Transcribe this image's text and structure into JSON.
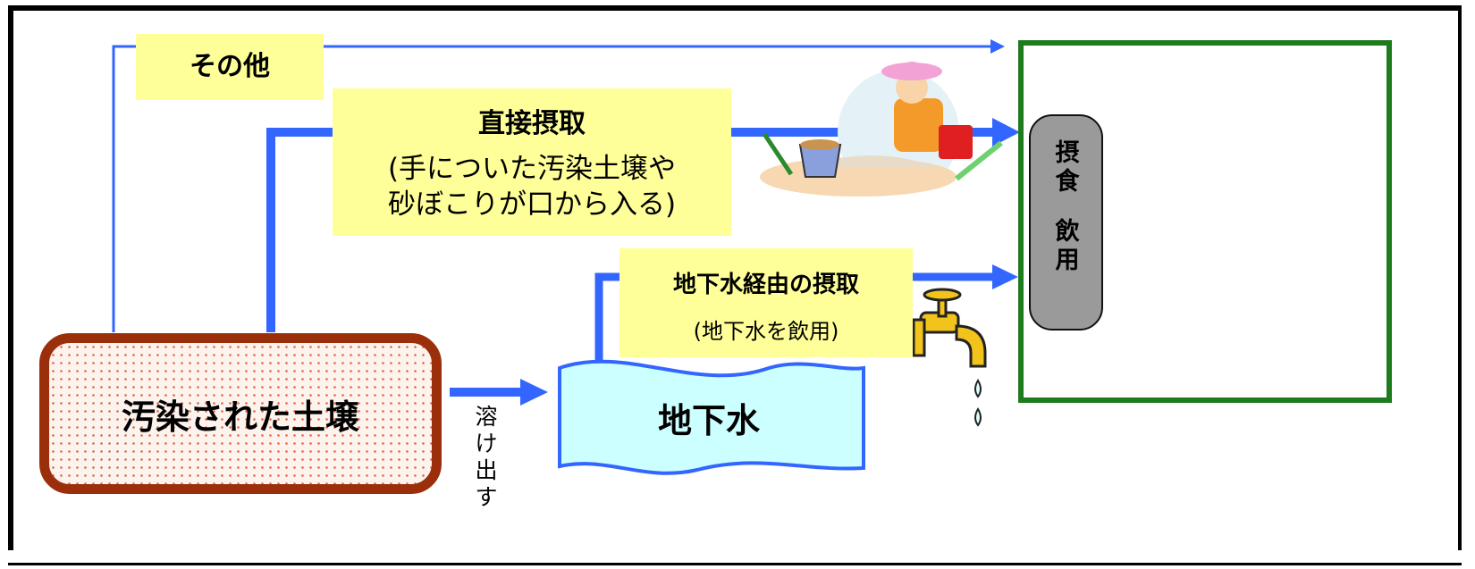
{
  "labels": {
    "other": "その他",
    "direct_title": "直接摂取",
    "direct_sub_1": "(手についた汚染土壌や",
    "direct_sub_2": "砂ぼこりが口から入る)",
    "gw_title": "地下水経由の摂取",
    "gw_sub": "(地下水を飲用)",
    "soil": "汚染された土壌",
    "groundwater": "地下水",
    "dissolve": "溶け出す",
    "intake_1": "摂食",
    "intake_2": "飲用"
  },
  "colors": {
    "arrow": "#3366ff",
    "label_bg": "#ffff99",
    "soil_border": "#9b2f0c",
    "groundwater_fill": "#ccffff",
    "frame_green": "#1e7b1e",
    "intake_bg": "#9a9a9a"
  },
  "icons": [
    "child-playing-sand-icon",
    "water-faucet-icon",
    "person-eating-icon"
  ]
}
